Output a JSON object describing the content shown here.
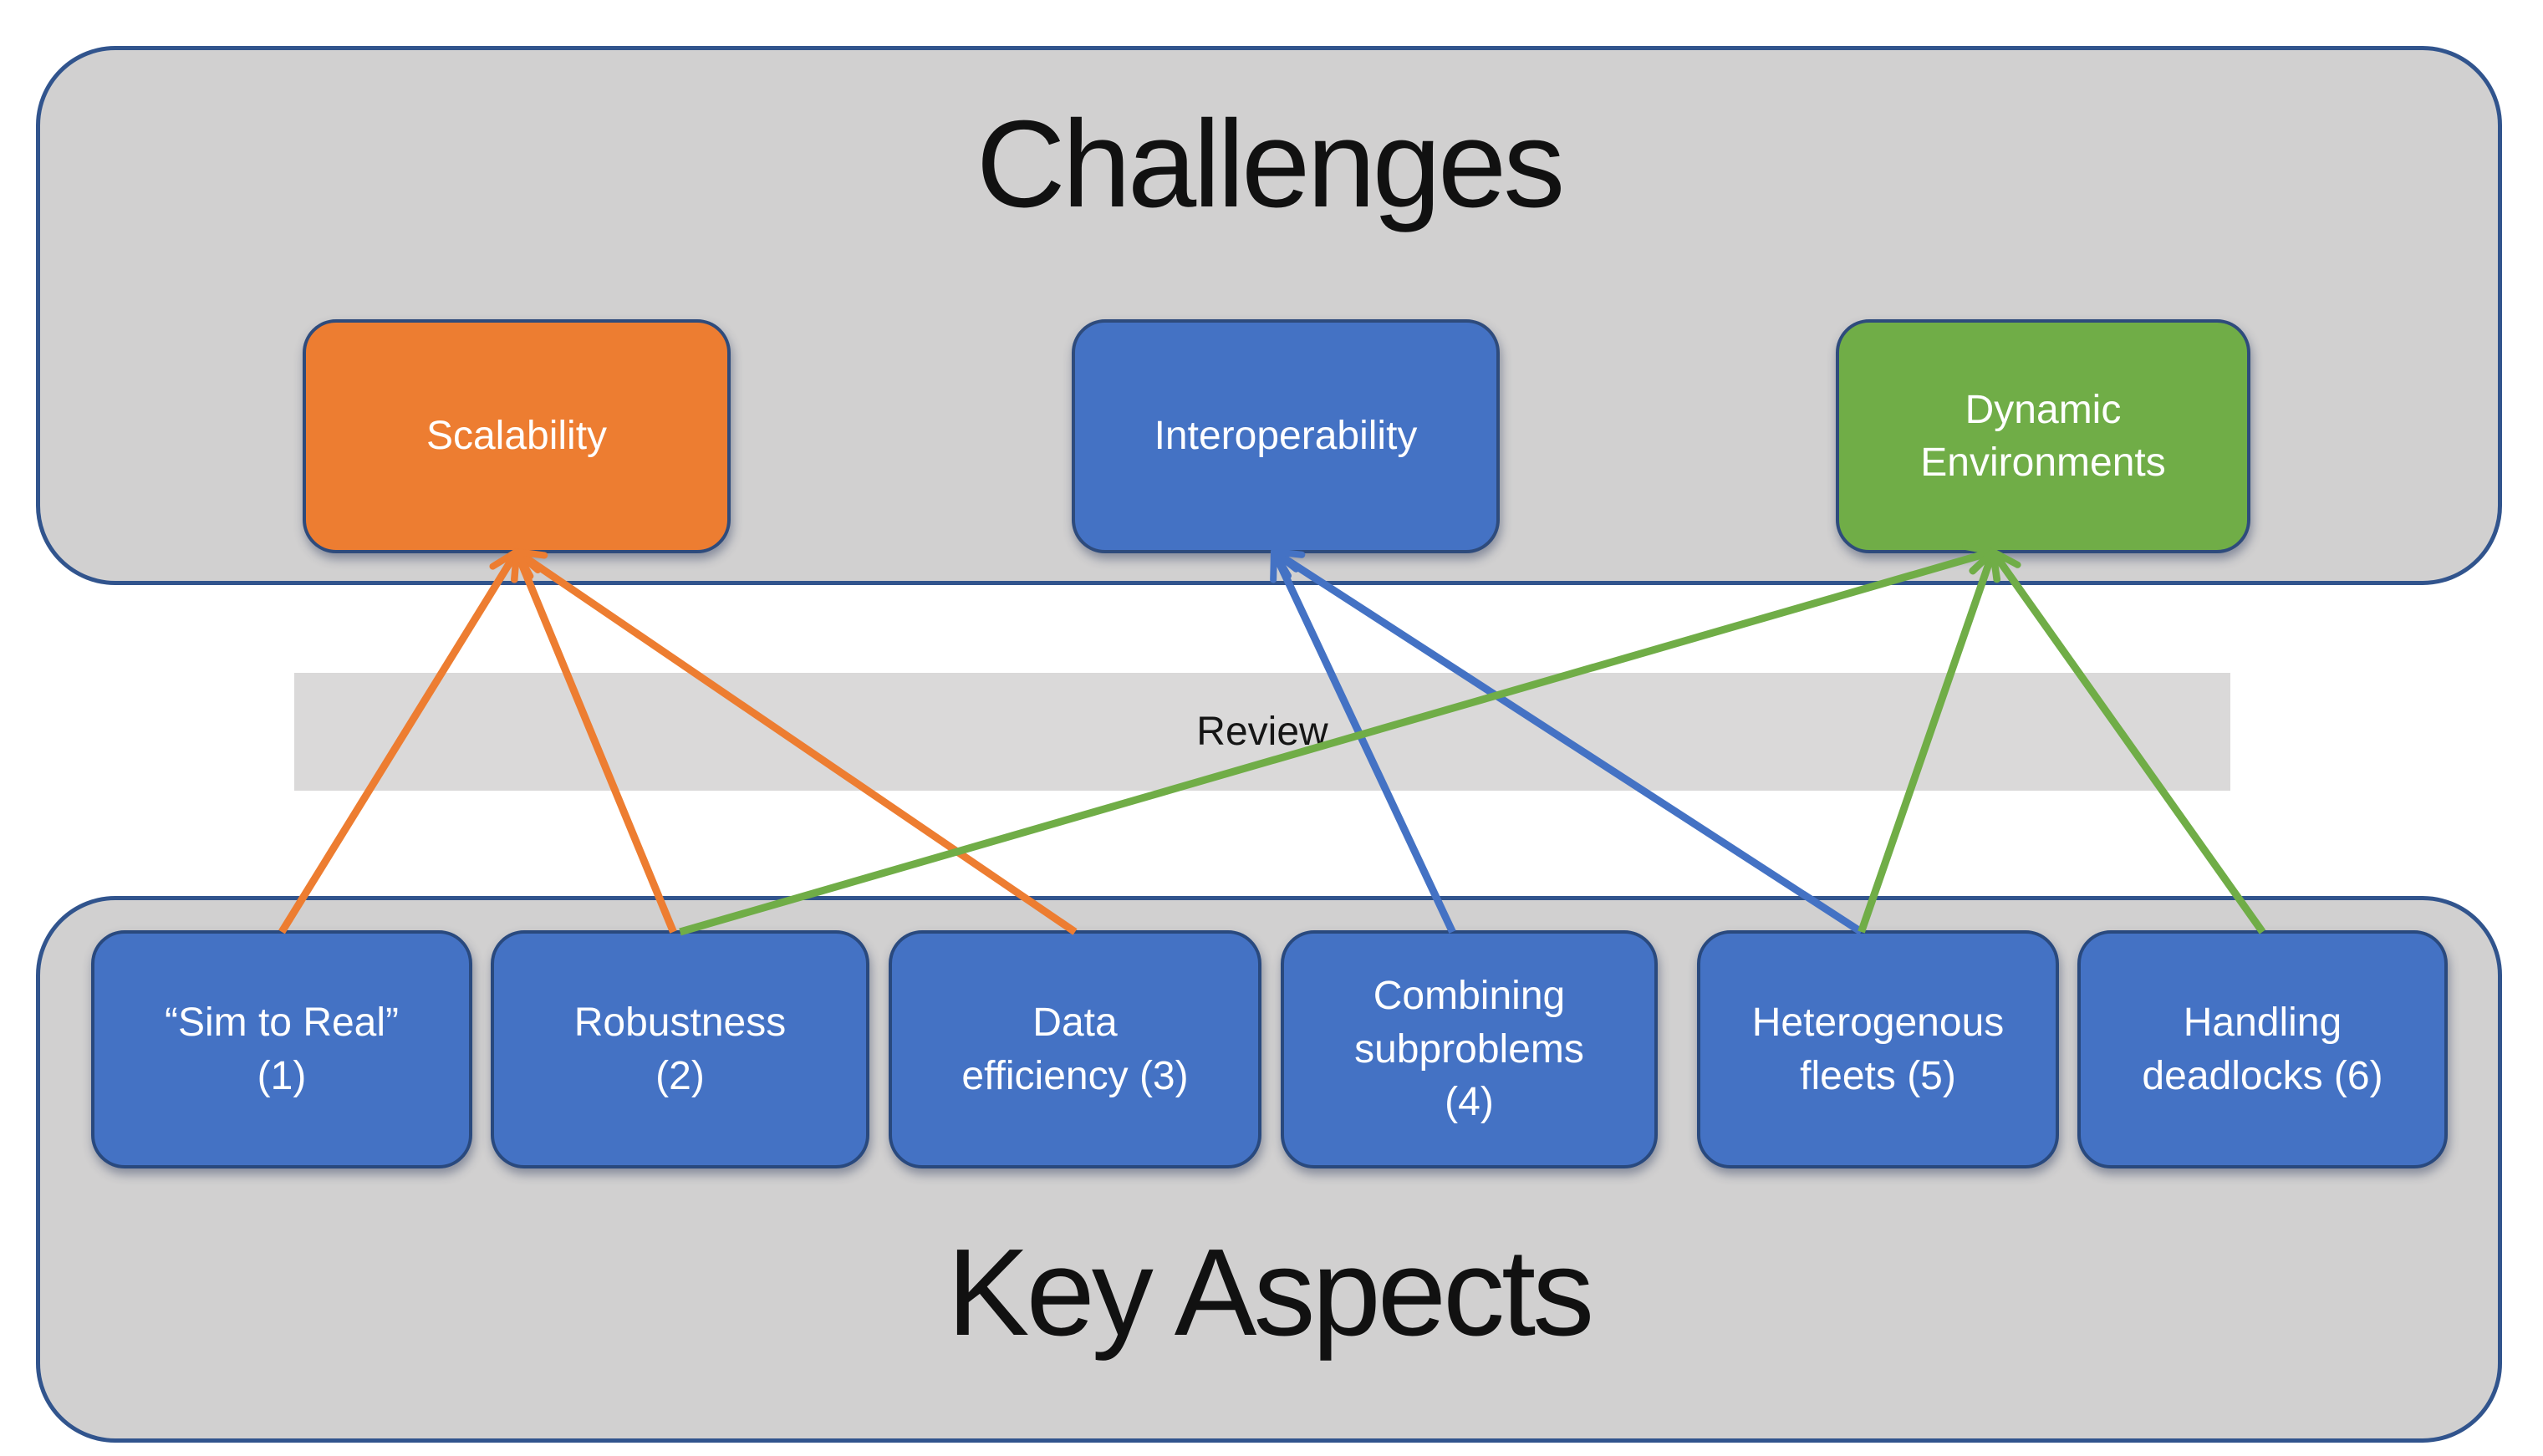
{
  "diagram": {
    "top_panel_title": "Challenges",
    "bottom_panel_title": "Key Aspects",
    "review_label": "Review",
    "colors": {
      "scalability_orange": "#ED7D31",
      "interoperability_blue": "#4472C4",
      "dynamic_green": "#70AD47",
      "aspect_blue": "#4472C4",
      "panel_gray": "#D1D0D0",
      "review_band_gray": "#DAD9D9",
      "panel_border_blue": "#31548D"
    },
    "challenges": [
      {
        "id": "scalability",
        "label": "Scalability",
        "color": "#ED7D31"
      },
      {
        "id": "interoperability",
        "label": "Interoperability",
        "color": "#4472C4"
      },
      {
        "id": "dynamic-environments",
        "label": "Dynamic\nEnvironments",
        "color": "#70AD47"
      }
    ],
    "key_aspects": [
      {
        "id": "aspect-1",
        "label": "“Sim to Real”\n(1)"
      },
      {
        "id": "aspect-2",
        "label": "Robustness\n(2)"
      },
      {
        "id": "aspect-3",
        "label": "Data\nefficiency (3)"
      },
      {
        "id": "aspect-4",
        "label": "Combining\nsubproblems\n(4)"
      },
      {
        "id": "aspect-5",
        "label": "Heterogenous\nfleets (5)"
      },
      {
        "id": "aspect-6",
        "label": "Handling\ndeadlocks (6)"
      }
    ],
    "edges": [
      {
        "from": "scalability",
        "to": "aspect-1",
        "color": "#ED7D31"
      },
      {
        "from": "scalability",
        "to": "aspect-2",
        "color": "#ED7D31",
        "to_dx": -8
      },
      {
        "from": "scalability",
        "to": "aspect-3",
        "color": "#ED7D31"
      },
      {
        "from": "interoperability",
        "to": "aspect-4",
        "color": "#4472C4",
        "from_dx": -14,
        "to_dx": -20
      },
      {
        "from": "interoperability",
        "to": "aspect-5",
        "color": "#4472C4",
        "from_dx": -14,
        "to_dx": -20
      },
      {
        "from": "dynamic-environments",
        "to": "aspect-2",
        "color": "#70AD47",
        "from_dx": -60
      },
      {
        "from": "dynamic-environments",
        "to": "aspect-5",
        "color": "#70AD47",
        "from_dx": -60,
        "to_dx": -20
      },
      {
        "from": "dynamic-environments",
        "to": "aspect-6",
        "color": "#70AD47",
        "from_dx": -60
      }
    ]
  }
}
